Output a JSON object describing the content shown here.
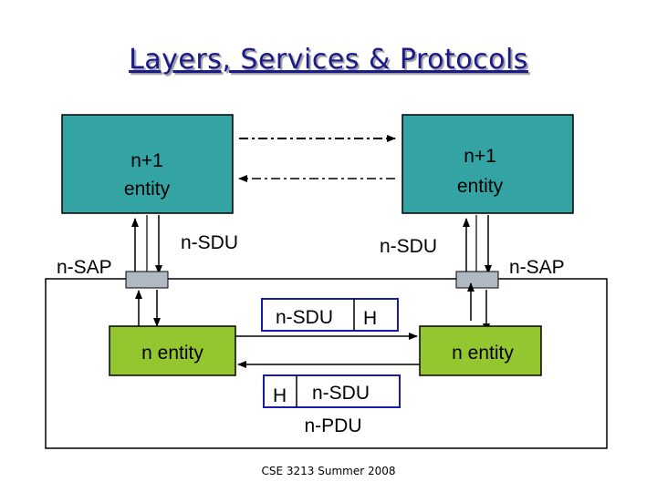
{
  "title": "Layers, Services & Protocols",
  "footer": "CSE 3213 Summer 2008",
  "left_upper_entity": {
    "line1": "n+1",
    "line2": "entity"
  },
  "right_upper_entity": {
    "line1": "n+1",
    "line2": "entity"
  },
  "left_lower_entity": "n entity",
  "right_lower_entity": "n entity",
  "left_sap": "n-SAP",
  "right_sap": "n-SAP",
  "left_sdu": "n-SDU",
  "right_sdu": "n-SDU",
  "top_pdu": {
    "sdu": "n-SDU",
    "header": "H"
  },
  "bottom_pdu": {
    "header": "H",
    "sdu": "n-SDU"
  },
  "pdu_label": "n-PDU",
  "colors": {
    "upper_entity": "#33a3a3",
    "lower_entity": "#94c62f",
    "pdu_box": "#1a1aaa",
    "title": "#1a1a8c"
  }
}
